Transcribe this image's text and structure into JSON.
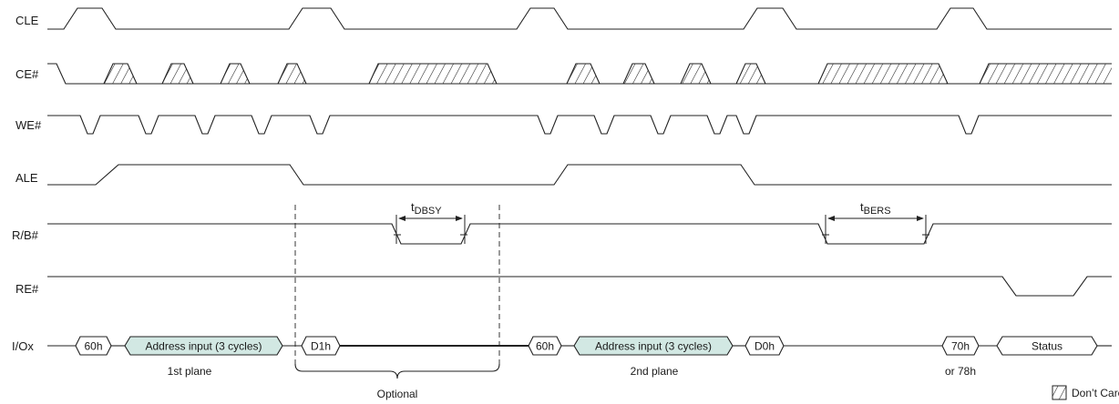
{
  "colors": {
    "line": "#222222",
    "address_fill": "#d2e8e3",
    "background": "#ffffff"
  },
  "signals": {
    "cle": "CLE",
    "ce": "CE#",
    "we": "WE#",
    "ale": "ALE",
    "rb": "R/B#",
    "re": "RE#",
    "io": "I/Ox"
  },
  "bus": {
    "cmd_60h_1": "60h",
    "addr_1": "Address input (3 cycles)",
    "cmd_d1h": "D1h",
    "cmd_60h_2": "60h",
    "addr_2": "Address input (3 cycles)",
    "cmd_d0h": "D0h",
    "cmd_70h": "70h",
    "status": "Status"
  },
  "notes": {
    "plane1": "1st plane",
    "plane2": "2nd plane",
    "optional": "Optional",
    "or78h": "or 78h"
  },
  "timing": {
    "tdbsy_t": "t",
    "tdbsy_sub": "DBSY",
    "tbers_t": "t",
    "tbers_sub": "BERS"
  },
  "legend": {
    "dont_care": "Don’t Care"
  }
}
